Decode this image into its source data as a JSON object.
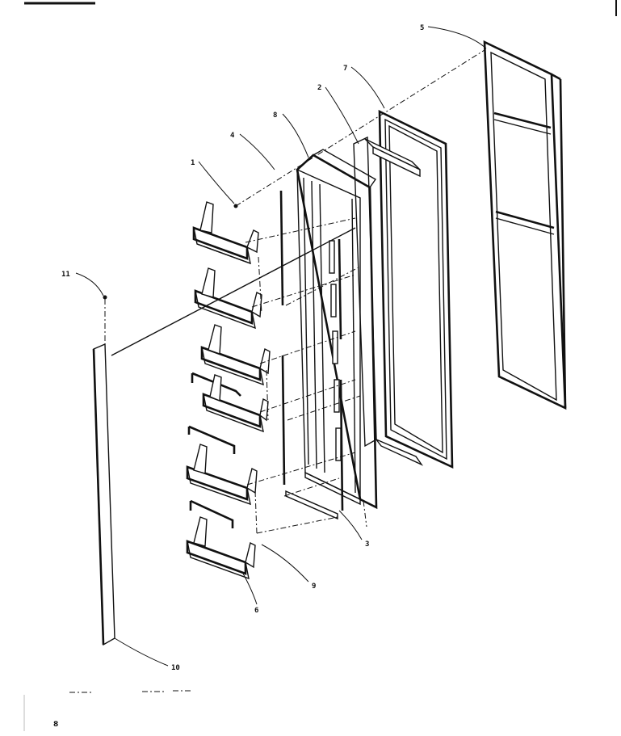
{
  "diagram": {
    "page_number": "8",
    "callouts": [
      {
        "id": "1",
        "label": "1"
      },
      {
        "id": "2",
        "label": "2"
      },
      {
        "id": "3",
        "label": "3"
      },
      {
        "id": "4",
        "label": "4"
      },
      {
        "id": "5",
        "label": "5"
      },
      {
        "id": "6",
        "label": "6"
      },
      {
        "id": "7",
        "label": "7"
      },
      {
        "id": "8",
        "label": "8"
      },
      {
        "id": "9",
        "label": "9"
      },
      {
        "id": "10",
        "label": "10"
      },
      {
        "id": "11",
        "label": "11"
      }
    ]
  }
}
